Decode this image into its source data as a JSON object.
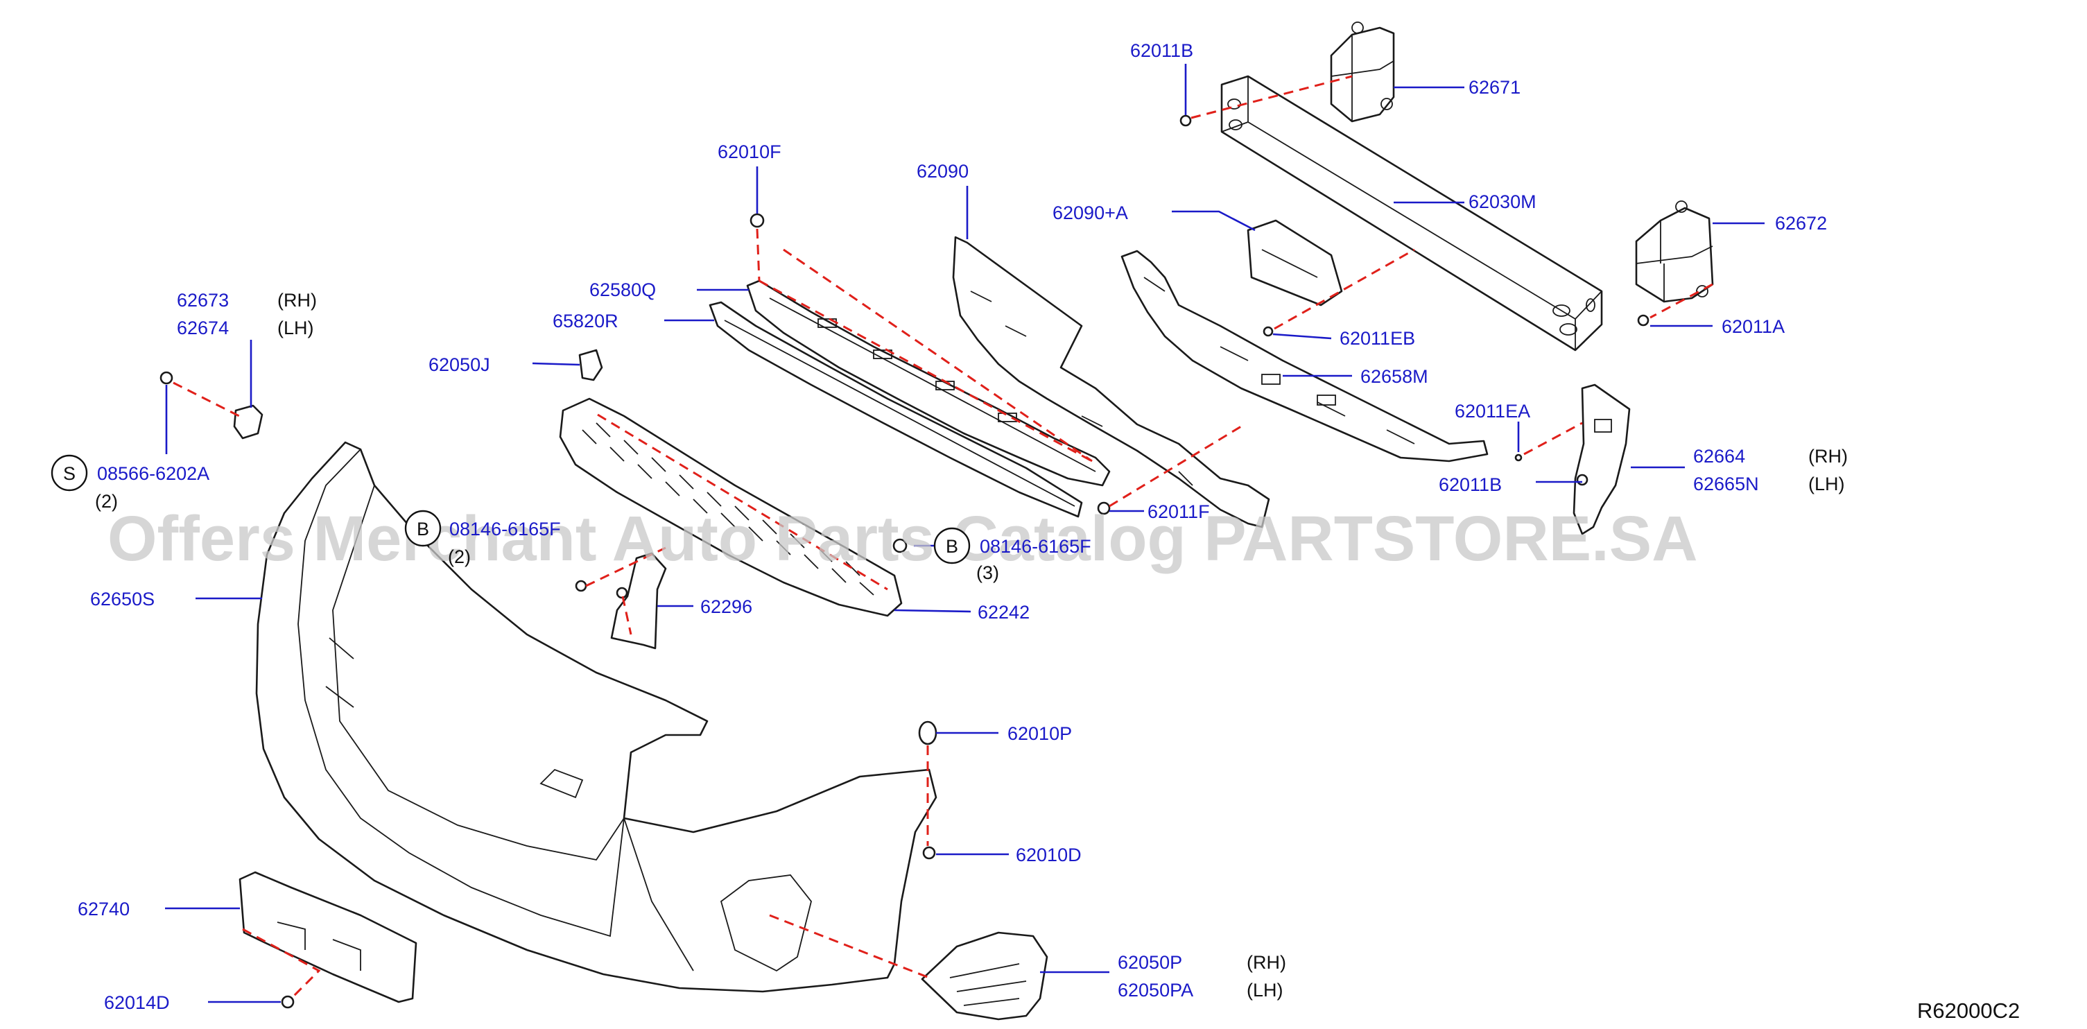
{
  "diagram": {
    "callouts": [
      {
        "id": "c62011B_top",
        "part": "62011B"
      },
      {
        "id": "c62671",
        "part": "62671"
      },
      {
        "id": "c62010F",
        "part": "62010F"
      },
      {
        "id": "c62090",
        "part": "62090"
      },
      {
        "id": "c62030M",
        "part": "62030M"
      },
      {
        "id": "c62090A",
        "part": "62090+A"
      },
      {
        "id": "c62672",
        "part": "62672"
      },
      {
        "id": "c62673",
        "part": "62673",
        "qualifier": "(RH)"
      },
      {
        "id": "c62674",
        "part": "62674",
        "qualifier": "(LH)"
      },
      {
        "id": "c62580Q",
        "part": "62580Q"
      },
      {
        "id": "c65820R",
        "part": "65820R"
      },
      {
        "id": "c62011EB",
        "part": "62011EB"
      },
      {
        "id": "c62011A",
        "part": "62011A"
      },
      {
        "id": "c62050J",
        "part": "62050J"
      },
      {
        "id": "c62658M",
        "part": "62658M"
      },
      {
        "id": "c62011EA",
        "part": "62011EA"
      },
      {
        "id": "c62664",
        "part": "62664",
        "qualifier": "(RH)"
      },
      {
        "id": "c62665N",
        "part": "62665N",
        "qualifier": "(LH)"
      },
      {
        "id": "c62011B_mid",
        "part": "62011B"
      },
      {
        "id": "c08566",
        "part": "08566-6202A",
        "qty": "(2)",
        "symbol": "S"
      },
      {
        "id": "c08b1",
        "part": "08146-6165F",
        "qty": "(2)",
        "symbol": "B"
      },
      {
        "id": "c08b2",
        "part": "08146-6165F",
        "qty": "(3)",
        "symbol": "B"
      },
      {
        "id": "c62011F",
        "part": "62011F"
      },
      {
        "id": "c62650S",
        "part": "62650S"
      },
      {
        "id": "c62296",
        "part": "62296"
      },
      {
        "id": "c62242",
        "part": "62242"
      },
      {
        "id": "c62010P",
        "part": "62010P"
      },
      {
        "id": "c62010D",
        "part": "62010D"
      },
      {
        "id": "c62740",
        "part": "62740"
      },
      {
        "id": "c62050P",
        "part": "62050P",
        "qualifier": "(RH)"
      },
      {
        "id": "c62050PA",
        "part": "62050PA",
        "qualifier": "(LH)"
      },
      {
        "id": "c62014D",
        "part": "62014D"
      }
    ],
    "reference_code": "R62000C2",
    "watermark": "Offers Merchant Auto Parts Catalog PARTSTORE.SA"
  }
}
